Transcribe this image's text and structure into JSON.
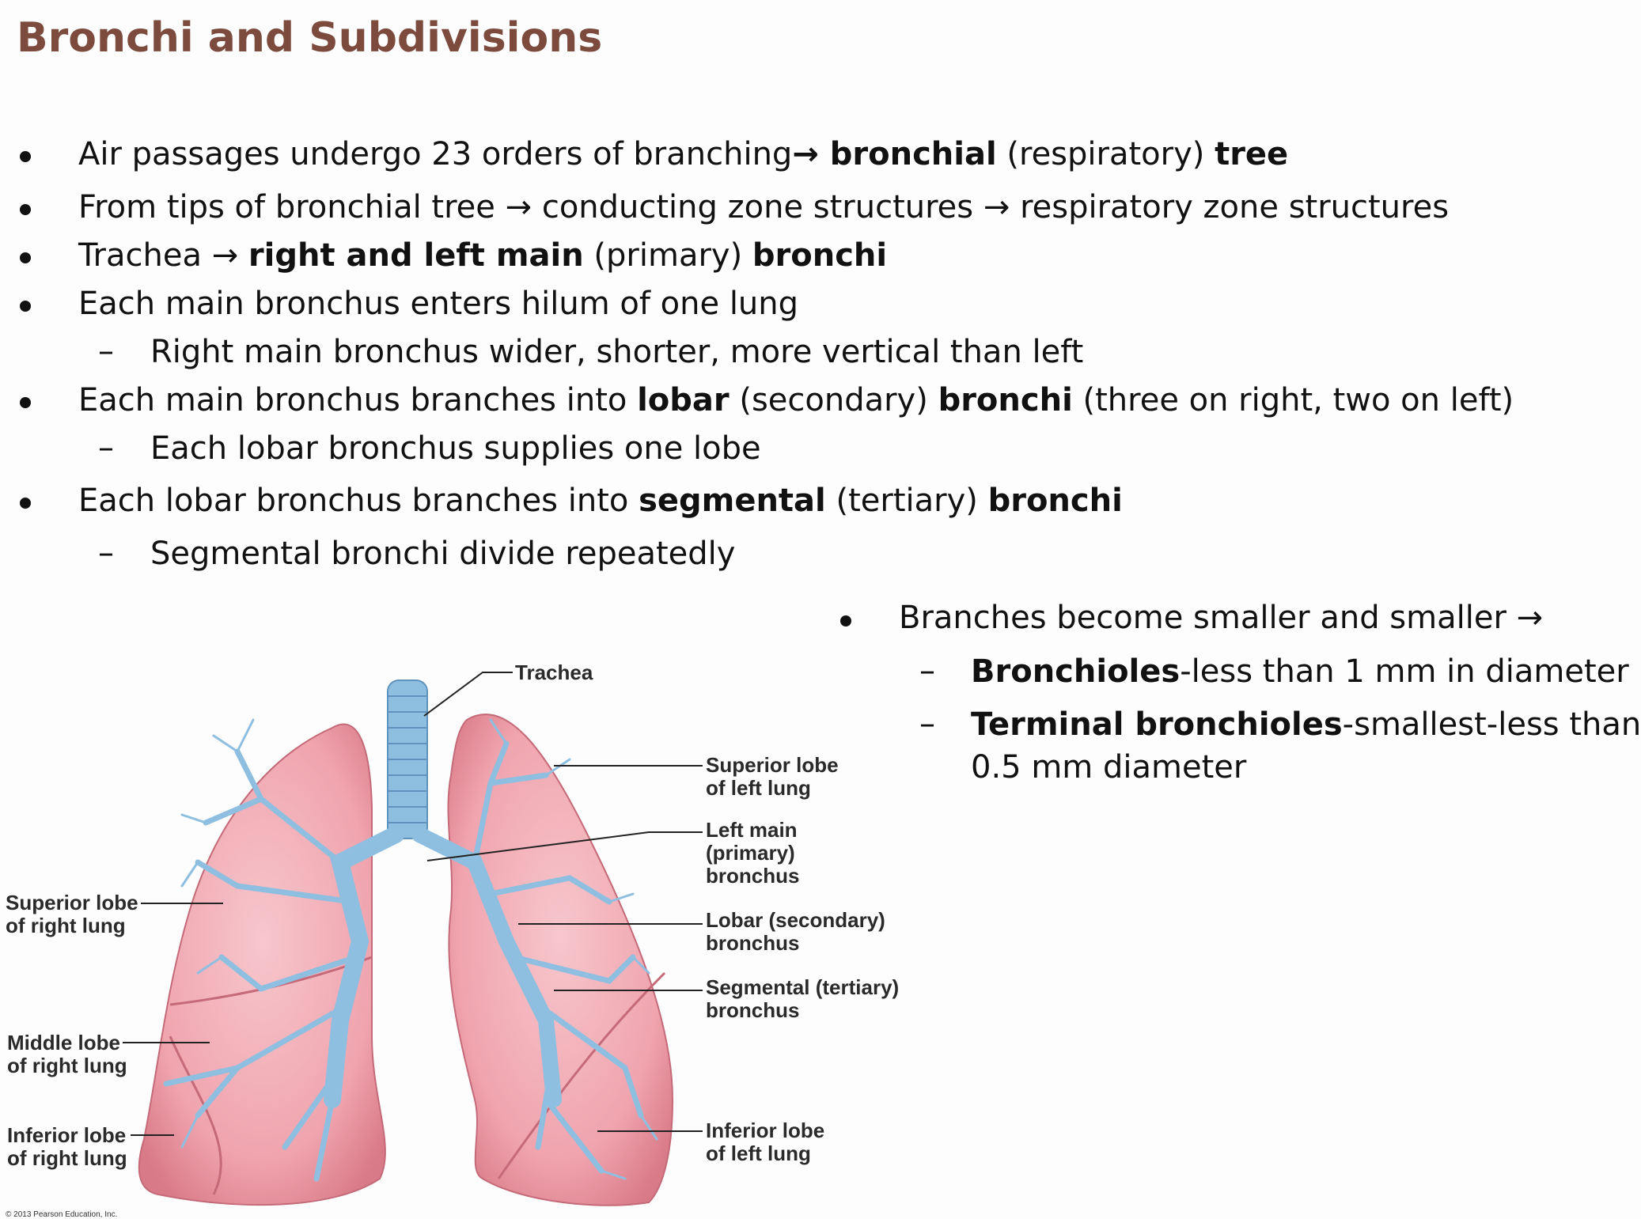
{
  "title": "Bronchi and Subdivisions",
  "bullets": [
    {
      "parts": [
        {
          "t": "Air passages undergo 23 orders of branching "
        },
        {
          "t": "→ ",
          "b": false
        },
        {
          "t": "bronchial",
          "b": true
        },
        {
          "t": " (respiratory) "
        },
        {
          "t": "tree",
          "b": true
        }
      ]
    },
    {
      "parts": [
        {
          "t": "From tips of bronchial tree → conducting zone structures → respiratory zone structures"
        }
      ]
    },
    {
      "parts": [
        {
          "t": "Trachea → "
        },
        {
          "t": "right and left main",
          "b": true
        },
        {
          "t": " (primary) "
        },
        {
          "t": "bronchi",
          "b": true
        }
      ]
    },
    {
      "parts": [
        {
          "t": "Each main bronchus enters hilum of one lung"
        }
      ]
    },
    {
      "sub": "Right main bronchus wider, shorter, more vertical than left"
    },
    {
      "parts": [
        {
          "t": "Each main bronchus branches into "
        },
        {
          "t": "lobar",
          "b": true
        },
        {
          "t": " (secondary) "
        },
        {
          "t": "bronchi",
          "b": true
        },
        {
          "t": " (three on right, two on left)"
        }
      ]
    },
    {
      "sub": "Each lobar bronchus supplies one lobe"
    },
    {
      "parts": [
        {
          "t": "Each lobar bronchus branches into "
        },
        {
          "t": "segmental",
          "b": true
        },
        {
          "t": " (tertiary) "
        },
        {
          "t": "bronchi",
          "b": true
        }
      ]
    },
    {
      "sub": "Segmental bronchi divide repeatedly"
    }
  ],
  "right_bullets": {
    "main": "Branches become smaller and smaller →",
    "sub1_bold": "Bronchioles",
    "sub1_rest": "-less than 1 mm in diameter",
    "sub2_bold": "Terminal bronchioles",
    "sub2_rest": "-smallest-less than",
    "sub2_line2": "0.5 mm diameter"
  },
  "figure_labels": {
    "trachea": "Trachea",
    "sup_left_1": "Superior lobe",
    "sup_left_2": "of left lung",
    "left_main_1": "Left main",
    "left_main_2": "(primary)",
    "left_main_3": "bronchus",
    "lobar_1": "Lobar (secondary)",
    "lobar_2": "bronchus",
    "segmental_1": "Segmental (tertiary)",
    "segmental_2": "bronchus",
    "inf_left_1": "Inferior lobe",
    "inf_left_2": "of left lung",
    "sup_right_1": "Superior lobe",
    "sup_right_2": "of right lung",
    "mid_right_1": "Middle lobe",
    "mid_right_2": "of right lung",
    "inf_right_1": "Inferior lobe",
    "inf_right_2": "of right lung"
  },
  "copyright": "© 2013 Pearson Education, Inc.",
  "colors": {
    "title": "#7c4b3e",
    "lung": "#f1a8b2",
    "bronchi": "#8fbfe0"
  }
}
